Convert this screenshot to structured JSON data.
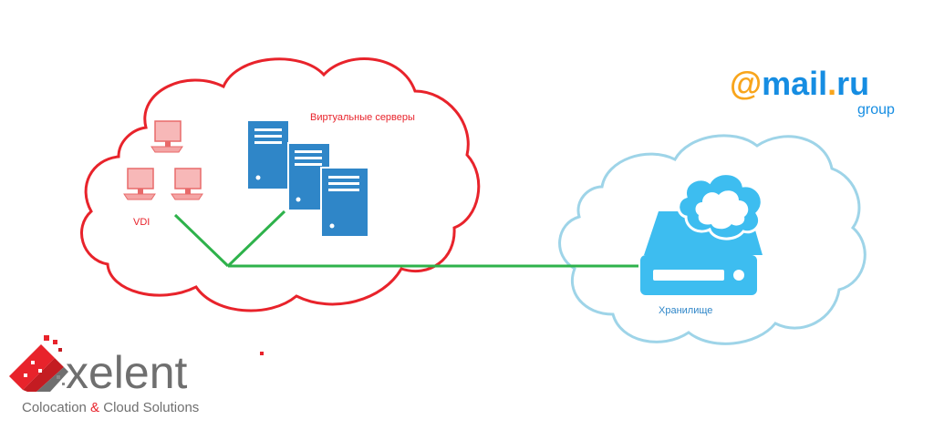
{
  "diagram": {
    "virtual_servers_label": "Виртуальные серверы",
    "vdi_label": "VDI",
    "storage_label": "Хранилище"
  },
  "logos": {
    "mailru": {
      "at": "@",
      "name": "mail",
      "dot": ".",
      "tld": "ru",
      "sub": "group"
    },
    "xelent": {
      "name": "xelent",
      "tagline_1": "Colocation ",
      "amp": "&",
      "tagline_2": " Cloud Solutions"
    }
  },
  "colors": {
    "private_cloud": "#e8232b",
    "storage_cloud": "#9ed4e8",
    "link": "#2eb24b",
    "pc": "#e86a6a",
    "server": "#2f86c8",
    "storage": "#3dbdf0",
    "mailru_orange": "#f8a51c",
    "mailru_blue": "#168de2",
    "xelent_gray": "#6f6f6f",
    "xelent_red": "#e8232b"
  }
}
